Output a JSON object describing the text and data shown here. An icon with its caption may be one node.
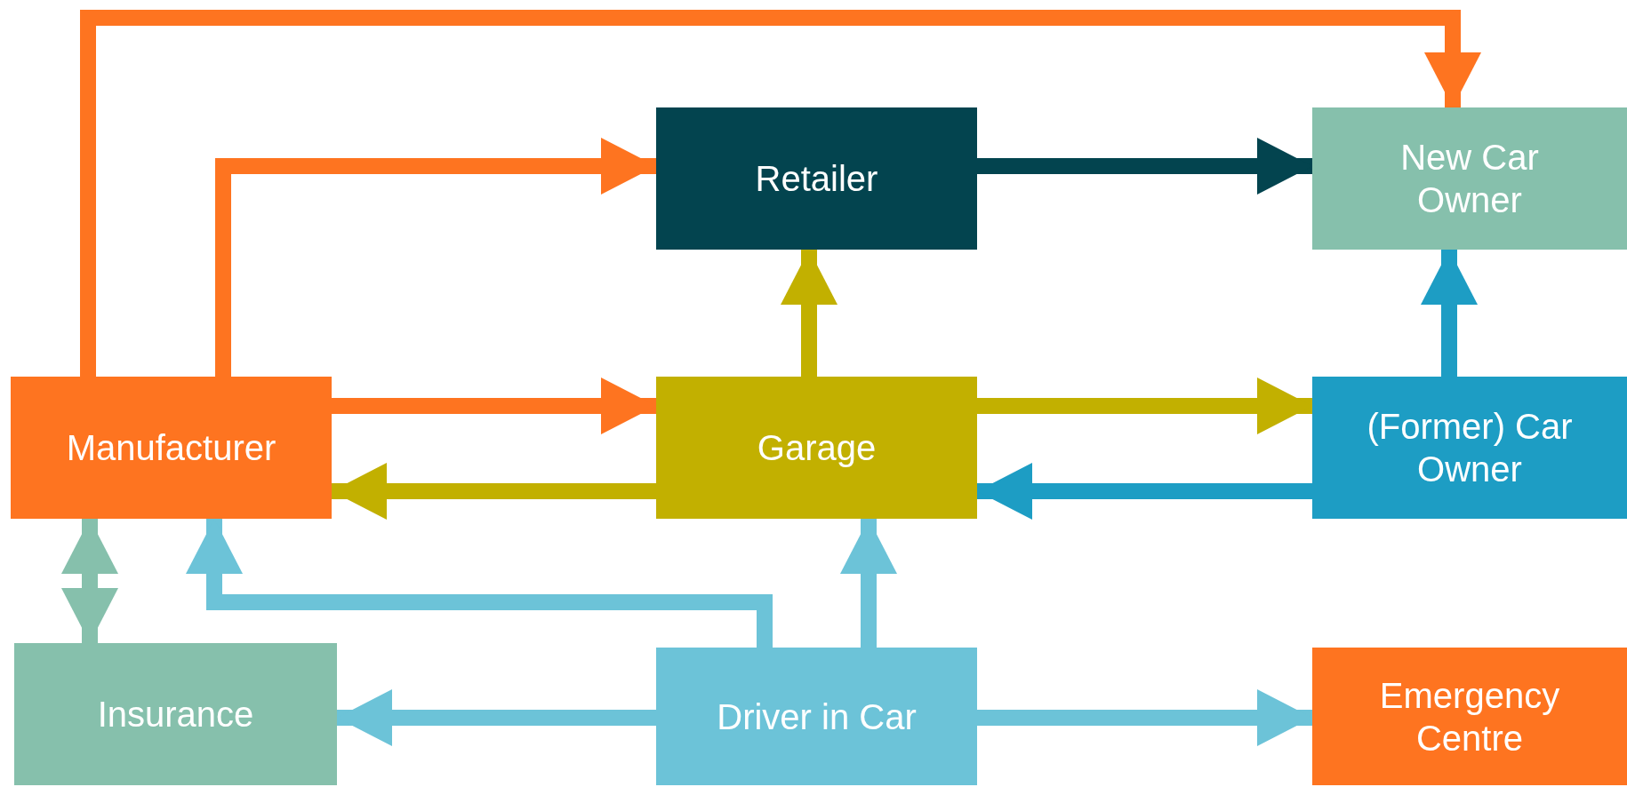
{
  "diagram": {
    "nodes": [
      {
        "text": [
          "Retailer"
        ]
      },
      {
        "text": [
          "New Car Owner"
        ]
      },
      {
        "text": [
          "Manufacturer"
        ]
      },
      {
        "text": [
          "Garage"
        ]
      },
      {
        "text": [
          "(Former) Car Owner"
        ]
      },
      {
        "text": [
          "Insurance"
        ]
      },
      {
        "text": [
          "Driver in Car"
        ]
      },
      {
        "text": [
          "Emergency Centre"
        ]
      }
    ],
    "edges": [
      {
        "from": 2,
        "to": 1,
        "arrow": "to",
        "color": "#fe7420"
      },
      {
        "from": 2,
        "to": 0,
        "arrow": "to",
        "color": "#fe7420"
      },
      {
        "from": 0,
        "to": 1,
        "arrow": "to",
        "color": "#03444f"
      },
      {
        "from": 2,
        "to": 3,
        "arrow": "to",
        "color": "#fe7420"
      },
      {
        "from": 3,
        "to": 2,
        "arrow": "to",
        "color": "#c2b000"
      },
      {
        "from": 3,
        "to": 0,
        "arrow": "to",
        "color": "#c2b000"
      },
      {
        "from": 3,
        "to": 4,
        "arrow": "to",
        "color": "#c2b000"
      },
      {
        "from": 4,
        "to": 1,
        "arrow": "to",
        "color": "#1d9dc4"
      },
      {
        "from": 4,
        "to": 3,
        "arrow": "to",
        "color": "#1d9dc4"
      },
      {
        "from": 2,
        "to": 5,
        "arrow": "both",
        "color": "#86c0ac"
      },
      {
        "from": 6,
        "to": 2,
        "arrow": "to",
        "color": "#6cc3d8"
      },
      {
        "from": 6,
        "to": 3,
        "arrow": "to",
        "color": "#6cc3d8"
      },
      {
        "from": 6,
        "to": 5,
        "arrow": "to",
        "color": "#6cc3d8"
      },
      {
        "from": 6,
        "to": 7,
        "arrow": "to",
        "color": "#6cc3d8"
      }
    ]
  }
}
